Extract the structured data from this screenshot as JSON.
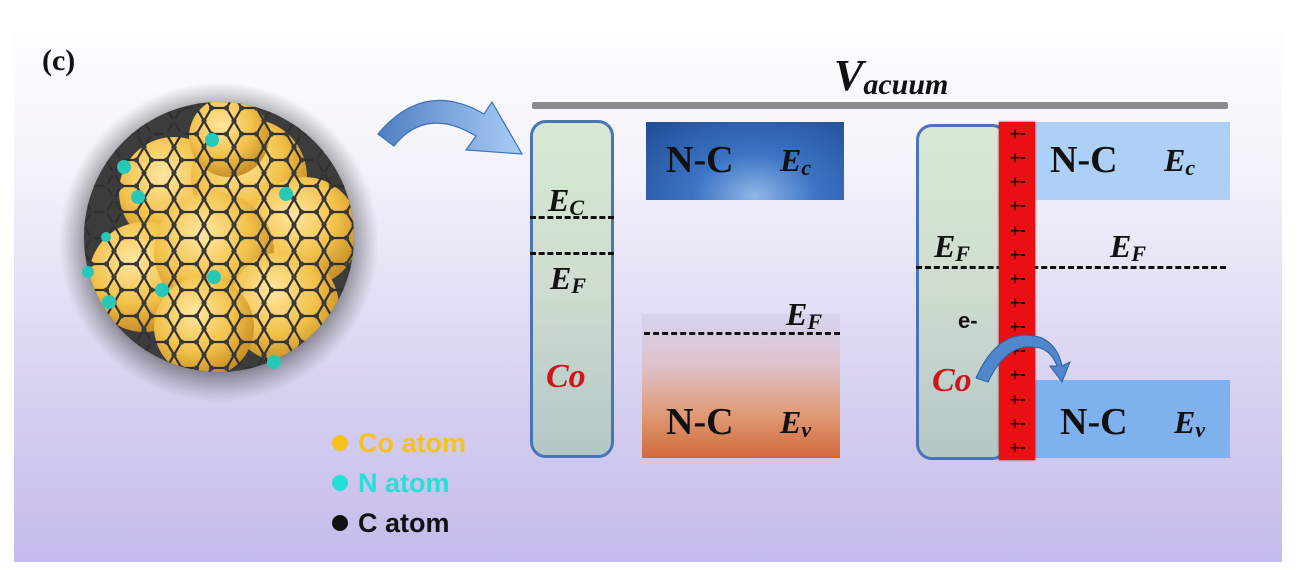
{
  "figure": {
    "panel_label": "(c)",
    "vacuum_main": "V",
    "vacuum_sub": "acuum",
    "left_diagram": {
      "co_label": "Co",
      "ec_main": "E",
      "ec_sub": "C",
      "ef_main": "E",
      "ef_sub": "F",
      "nc_top_label": "N-C",
      "nc_top_e": "E",
      "nc_top_sub": "c",
      "nc_ef_main": "E",
      "nc_ef_sub": "F",
      "nc_bottom_label": "N-C",
      "nc_bottom_e": "E",
      "nc_bottom_sub": "v"
    },
    "right_diagram": {
      "co_label": "Co",
      "ef_left_main": "E",
      "ef_left_sub": "F",
      "ef_right_main": "E",
      "ef_right_sub": "F",
      "electron_label": "e-",
      "nc_top_label": "N-C",
      "nc_top_e": "E",
      "nc_top_sub": "c",
      "nc_bottom_label": "N-C",
      "nc_bottom_e": "E",
      "nc_bottom_sub": "v",
      "charge_marks": [
        "+-",
        "+-",
        "+-",
        "+-",
        "+-",
        "+-",
        "+-",
        "+-",
        "+-",
        "+-",
        "+-",
        "+-",
        "+-",
        "+-"
      ]
    },
    "legend": [
      {
        "label": "Co atom",
        "color": "#f7c21d"
      },
      {
        "label": "N atom",
        "color": "#26e0d8"
      },
      {
        "label": "C atom",
        "color": "#111111"
      }
    ],
    "colors": {
      "co_sphere": "#f2c24a",
      "n_atom": "#27c8b8",
      "c_atom": "#4a4a4a",
      "interface_layer": "#ea0f12",
      "co_text": "#d0141c"
    }
  }
}
